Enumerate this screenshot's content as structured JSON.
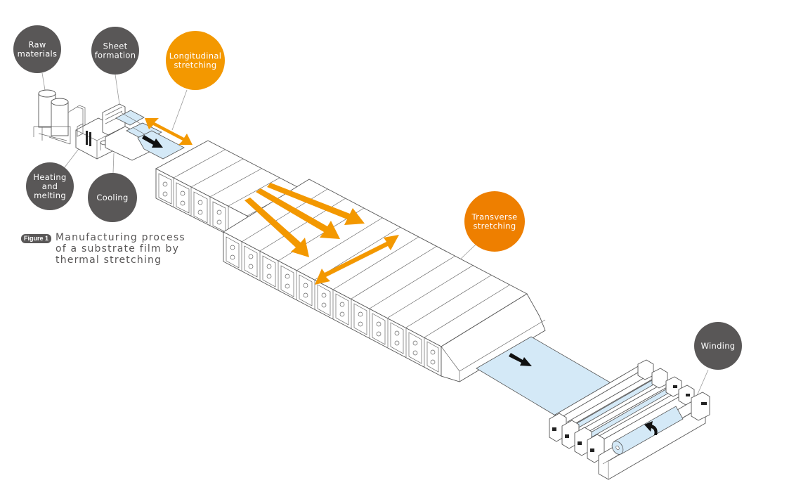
{
  "figure": {
    "badge": "Figure 1",
    "caption_lines": [
      "Manufacturing process",
      "of a substrate film by",
      "thermal stretching"
    ]
  },
  "stages": [
    {
      "id": "raw-materials",
      "lines": [
        "Raw",
        "materials"
      ],
      "color": "#595757"
    },
    {
      "id": "sheet-formation",
      "lines": [
        "Sheet",
        "formation"
      ],
      "color": "#595757"
    },
    {
      "id": "longitudinal-stretching",
      "lines": [
        "Longitudinal",
        "stretching"
      ],
      "color": "#F39800"
    },
    {
      "id": "heating-and-melting",
      "lines": [
        "Heating",
        "and",
        "melting"
      ],
      "color": "#595757"
    },
    {
      "id": "cooling",
      "lines": [
        "Cooling"
      ],
      "color": "#595757"
    },
    {
      "id": "transverse-stretching",
      "lines": [
        "Transverse",
        "stretching"
      ],
      "color": "#EE7F00"
    },
    {
      "id": "winding",
      "lines": [
        "Winding"
      ],
      "color": "#595757"
    }
  ],
  "colors": {
    "arrow_orange": "#F39800",
    "film_blue": "#D4E9F7",
    "flow_arrow": "#111111",
    "line": "#555555"
  }
}
